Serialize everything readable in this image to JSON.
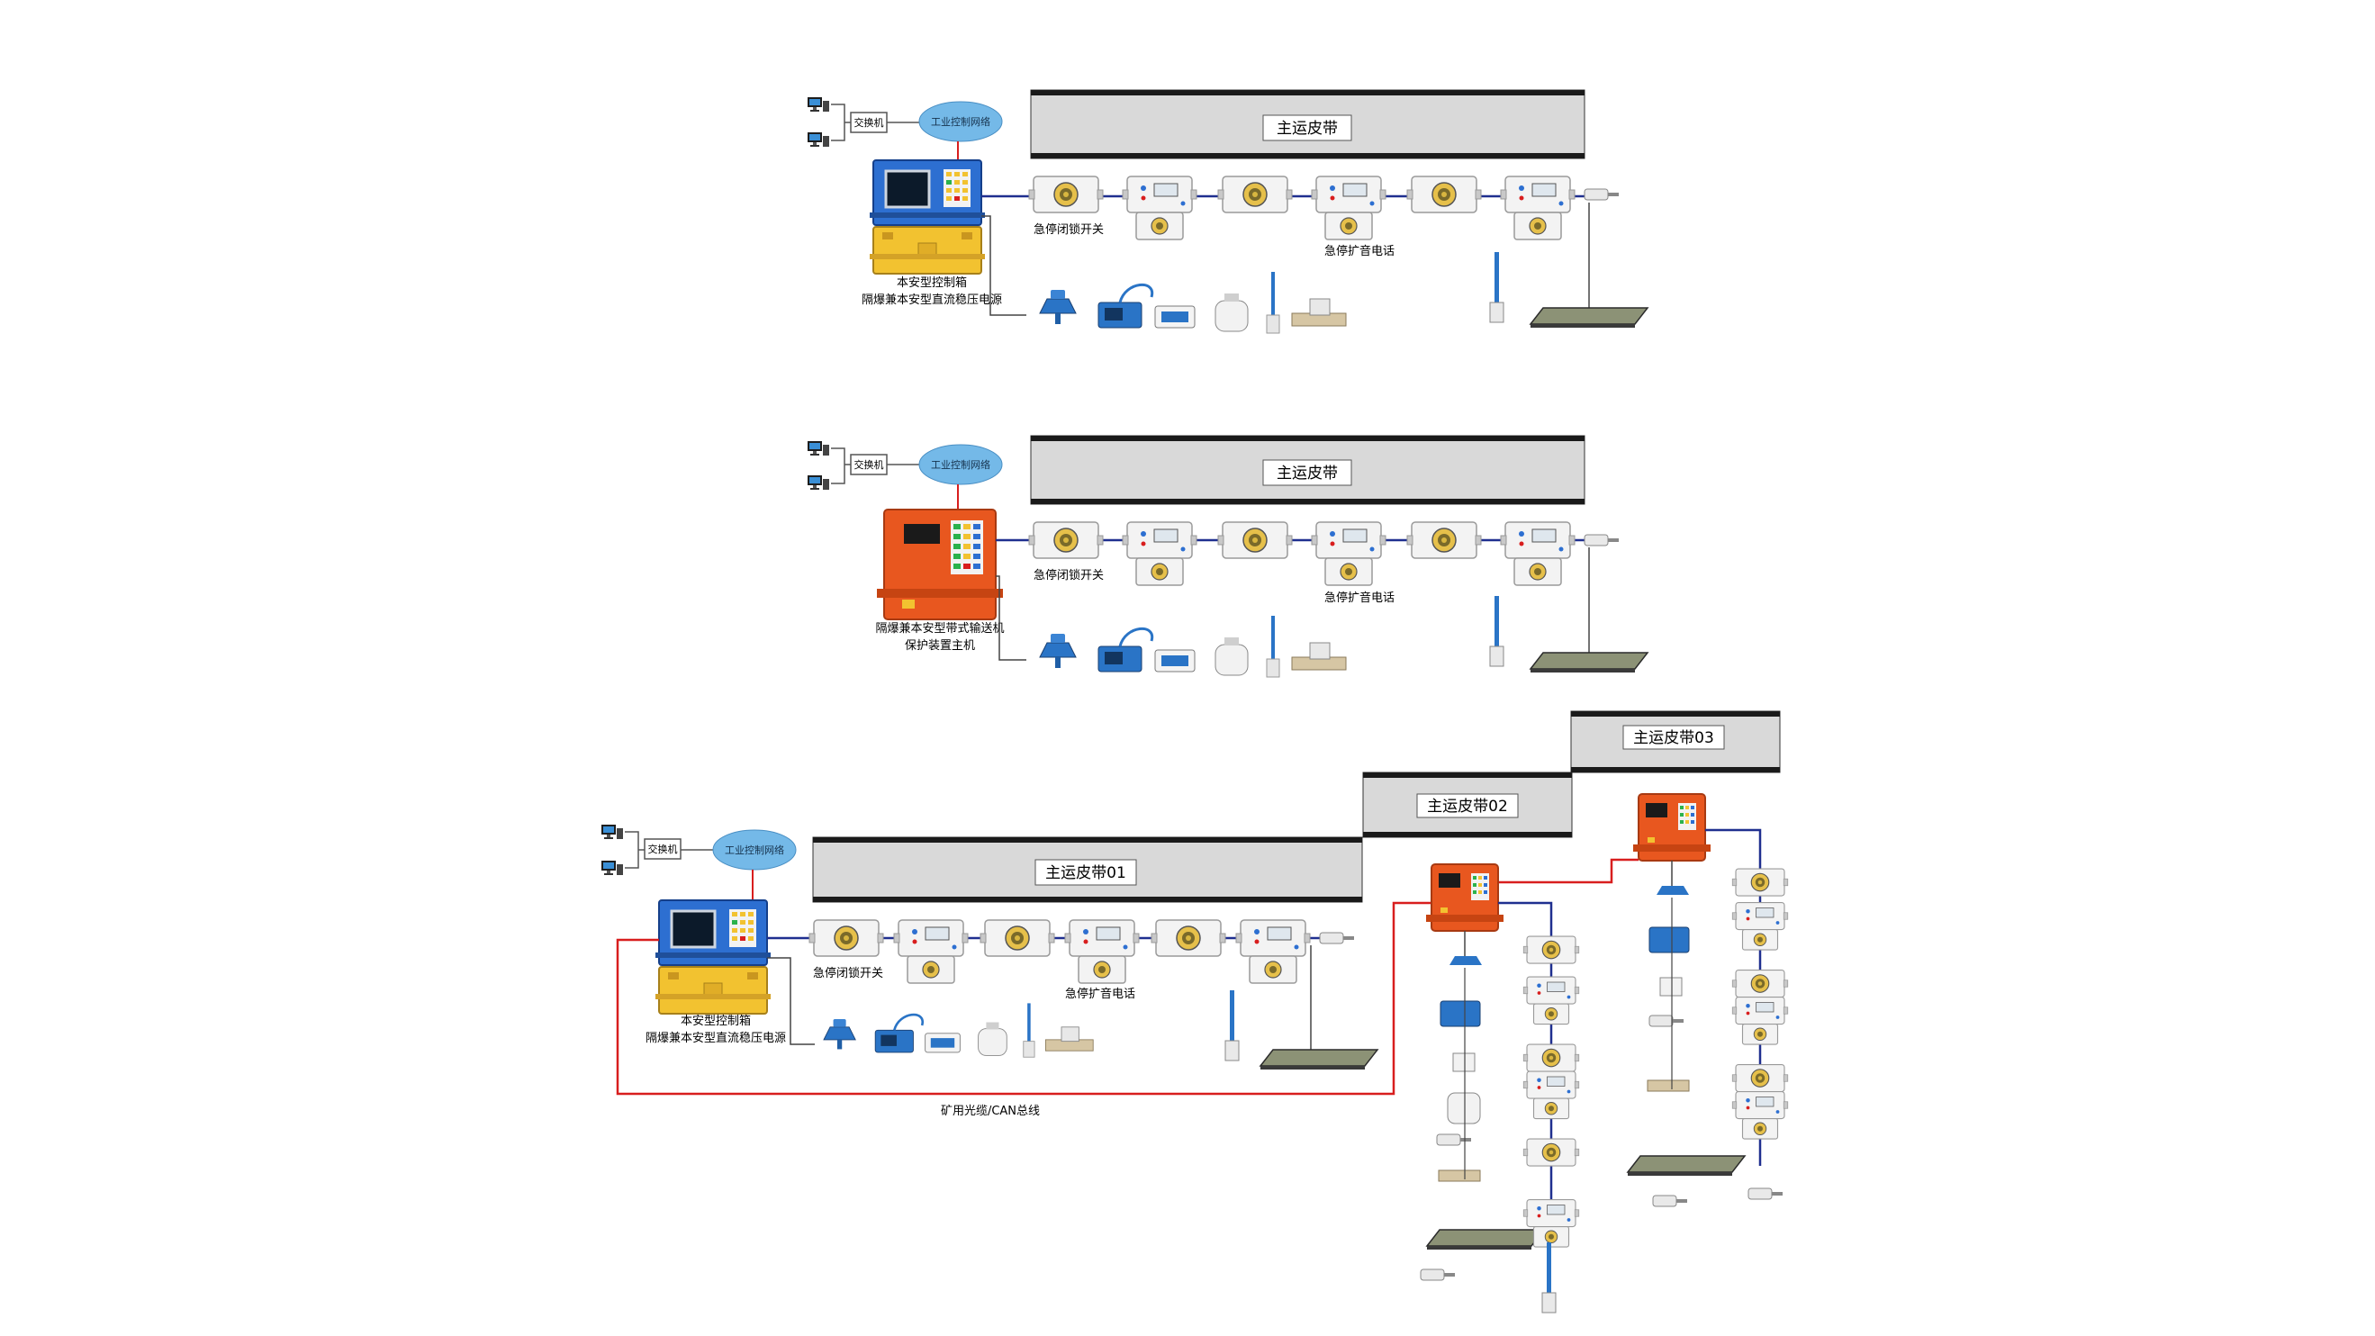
{
  "colors": {
    "bus_blue": "#1f2f8f",
    "fiber_red": "#d81e1e",
    "belt_gray": "#d9d9d9",
    "control_yellow": "#f2c230",
    "control_blue": "#2d6fd1",
    "host_orange": "#e8571f",
    "sensor_blue": "#2272c3",
    "cloud_blue": "#74b9e8"
  },
  "diagram1": {
    "switch_label": "交换机",
    "network_label": "工业控制网络",
    "belt_label": "主运皮带",
    "lock_switch_label": "急停闭锁开关",
    "phone_label": "急停扩音电话",
    "controller_label_line1": "本安型控制箱",
    "controller_label_line2": "隔爆兼本安型直流稳压电源"
  },
  "diagram2": {
    "switch_label": "交换机",
    "network_label": "工业控制网络",
    "belt_label": "主运皮带",
    "lock_switch_label": "急停闭锁开关",
    "phone_label": "急停扩音电话",
    "host_label_line1": "隔爆兼本安型带式输送机",
    "host_label_line2": "保护装置主机"
  },
  "diagram3": {
    "switch_label": "交换机",
    "network_label": "工业控制网络",
    "belt01_label": "主运皮带01",
    "belt02_label": "主运皮带02",
    "belt03_label": "主运皮带03",
    "lock_switch_label": "急停闭锁开关",
    "phone_label": "急停扩音电话",
    "controller_label_line1": "本安型控制箱",
    "controller_label_line2": "隔爆兼本安型直流稳压电源",
    "bus_label": "矿用光缆/CAN总线"
  }
}
